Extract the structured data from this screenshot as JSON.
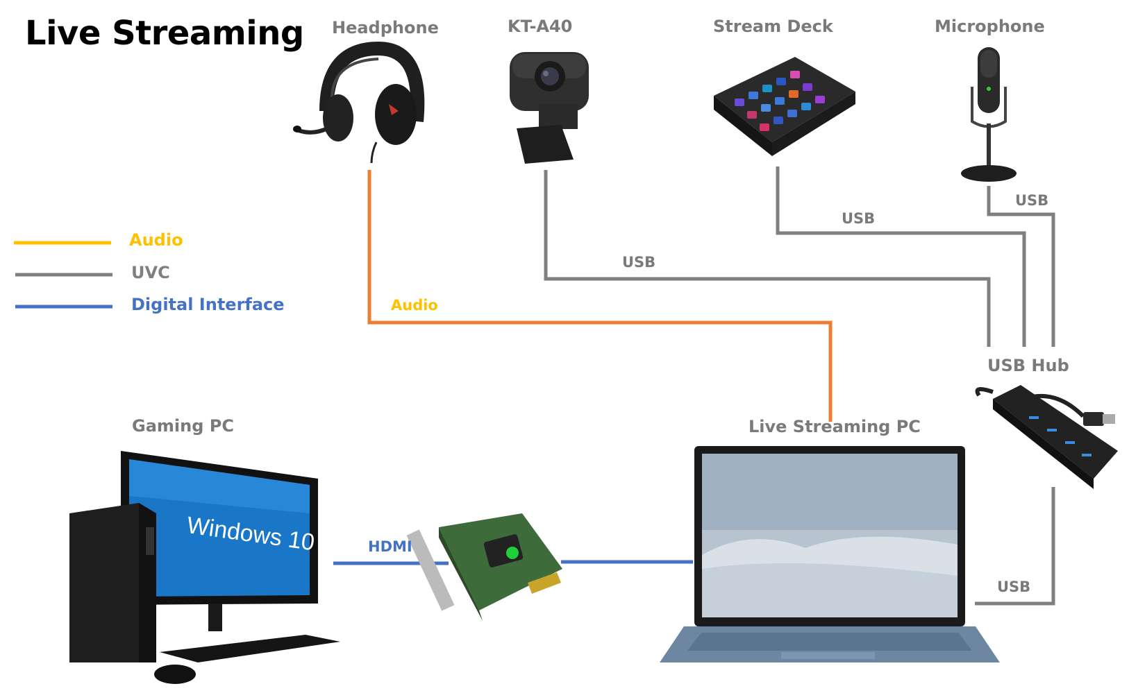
{
  "title": "Live Streaming",
  "colors": {
    "audio_line": "#ed7d31",
    "audio_text": "#ffc000",
    "legend_audio_line": "#ffc000",
    "uvc": "#7f7f7f",
    "digital": "#4472c4",
    "label_gray": "#7a7a7a"
  },
  "legend": {
    "audio": "Audio",
    "uvc": "UVC",
    "digital": "Digital Interface"
  },
  "devices": {
    "headphone": "Headphone",
    "webcam": "KT-A40",
    "stream_deck": "Stream Deck",
    "microphone": "Microphone",
    "usb_hub": "USB Hub",
    "gaming_pc": "Gaming PC",
    "streaming_pc": "Live Streaming PC",
    "os_name": "Windows 10"
  },
  "connections": {
    "audio": "Audio",
    "webcam_usb": "USB",
    "deck_usb": "USB",
    "mic_usb": "USB",
    "hub_usb": "USB",
    "hdmi": "HDMI"
  }
}
